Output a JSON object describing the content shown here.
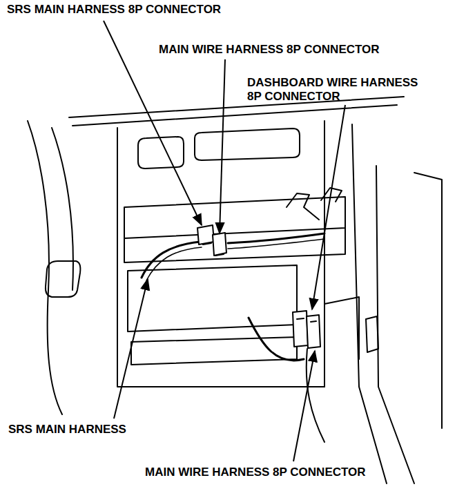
{
  "diagram": {
    "labels": [
      "SRS MAIN HARNESS 8P CONNECTOR",
      "MAIN WIRE HARNESS 8P CONNECTOR",
      "DASHBOARD WIRE HARNESS 8P CONNECTOR",
      "SRS MAIN HARNESS",
      "MAIN WIRE HARNESS 8P CONNECTOR"
    ]
  }
}
